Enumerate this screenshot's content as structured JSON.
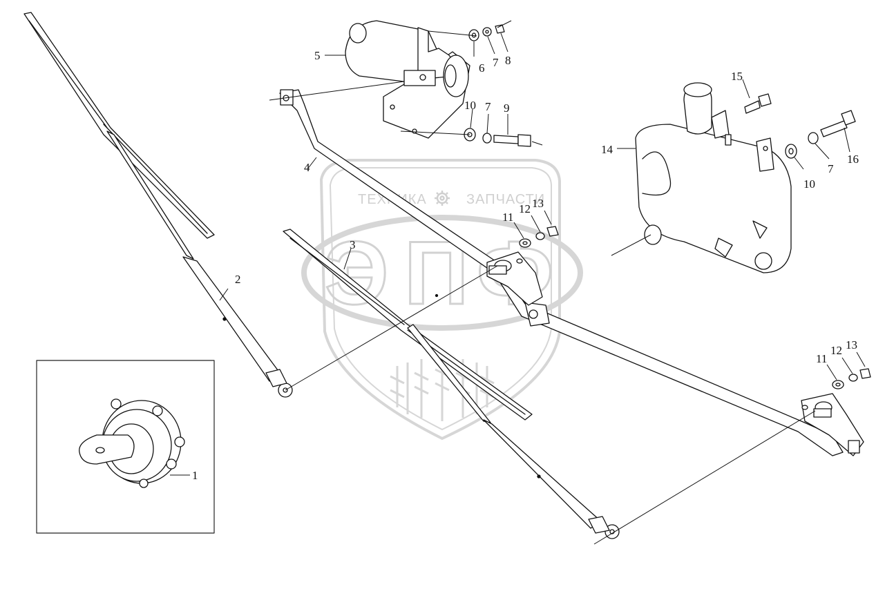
{
  "watermark": {
    "word_left": "ТЕХНИКА",
    "word_right": "ЗАПЧАСТИ",
    "big_letters": [
      "Э",
      "П",
      "Ф"
    ],
    "icon": "gear-icon"
  },
  "callouts": {
    "c1": "1",
    "c2": "2",
    "c3": "3",
    "c4": "4",
    "c5": "5",
    "c6": "6",
    "c7a": "7",
    "c8": "8",
    "c10a": "10",
    "c7b": "7",
    "c9": "9",
    "c11a": "11",
    "c12a": "12",
    "c13a": "13",
    "c11b": "11",
    "c12b": "12",
    "c13b": "13",
    "c14": "14",
    "c15": "15",
    "c10b": "10",
    "c7c": "7",
    "c16": "16"
  },
  "colors": {
    "line": "#111111",
    "watermark": "#d4d4d4"
  }
}
